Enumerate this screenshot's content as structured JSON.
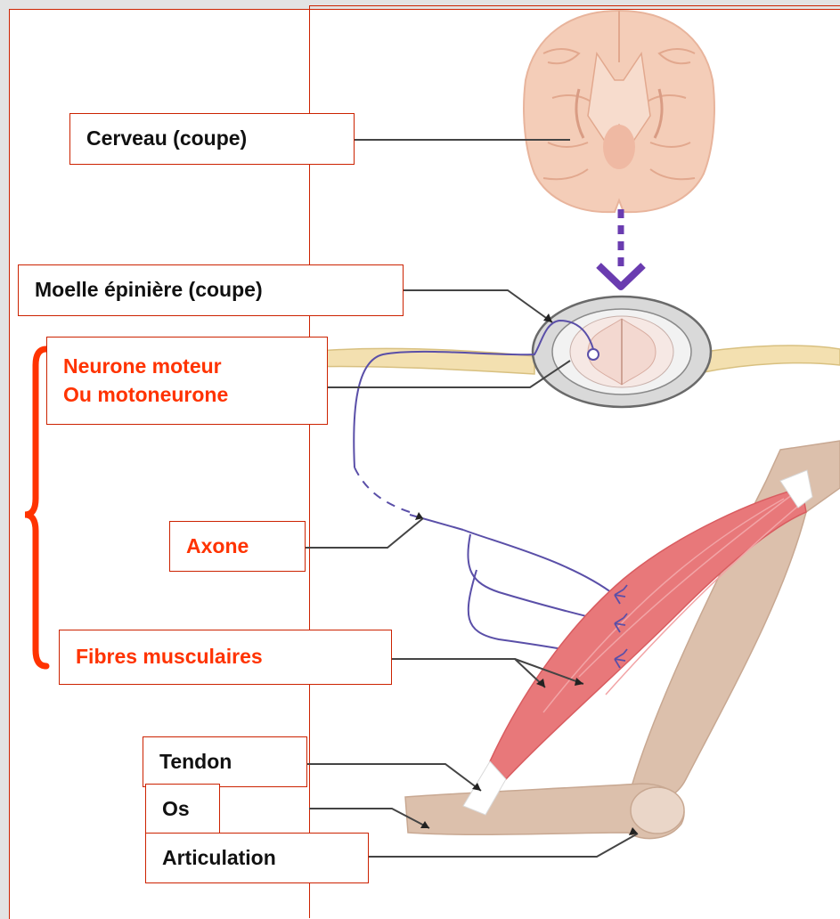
{
  "labels": {
    "brain": "Cerveau (coupe)",
    "spinal_cord": "Moelle épinière (coupe)",
    "motor_neuron_line1": "Neurone moteur",
    "motor_neuron_line2": "Ou motoneurone",
    "axon": "Axone",
    "muscle_fibers": "Fibres musculaires",
    "tendon": "Tendon",
    "bone": "Os",
    "joint": "Articulation"
  },
  "colors": {
    "frame_red": "#cc2200",
    "highlight_text": "#ff3300",
    "brain": "#f4cdb8",
    "muscle": "#e8787a",
    "bone": "#dcc0ac",
    "nerve": "#5a4fa8",
    "arrow": "#6a3cb0"
  }
}
